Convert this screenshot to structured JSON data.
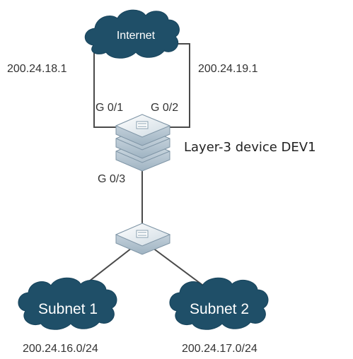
{
  "internet": {
    "label": "Internet"
  },
  "links": {
    "left_ip": "200.24.18.1",
    "right_ip": "200.24.19.1",
    "port_left": "G 0/1",
    "port_right": "G 0/2",
    "port_down": "G 0/3"
  },
  "devices": {
    "dev1_label": "Layer-3 device DEV1",
    "switch_icon": "layer2-switch-icon",
    "router_icon": "layer3-switch-icon"
  },
  "subnets": [
    {
      "label": "Subnet 1",
      "network": "200.24.16.0/24"
    },
    {
      "label": "Subnet 2",
      "network": "200.24.17.0/24"
    }
  ],
  "colors": {
    "cloud": "#1f4f68",
    "device_top": "#e8eef2",
    "device_side": "#9fb3c2",
    "line": "#4a4a4a"
  }
}
